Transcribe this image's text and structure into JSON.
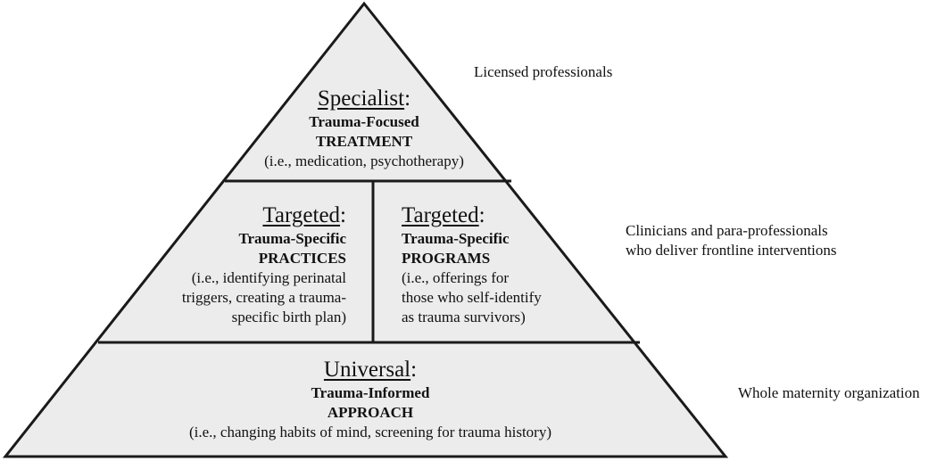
{
  "tiers": {
    "specialist": {
      "heading": "Specialist",
      "line1": "Trauma-Focused",
      "line2": "TREATMENT",
      "desc": "(i.e., medication, psychotherapy)"
    },
    "targeted_practices": {
      "heading": "Targeted",
      "line1": "Trauma-Specific",
      "line2": "PRACTICES",
      "desc1": "(i.e., identifying perinatal",
      "desc2": "triggers, creating a trauma-",
      "desc3": "specific birth plan)"
    },
    "targeted_programs": {
      "heading": "Targeted",
      "line1": "Trauma-Specific",
      "line2": "PROGRAMS",
      "desc1": "(i.e., offerings for",
      "desc2": "those who self-identify",
      "desc3": "as trauma survivors)"
    },
    "universal": {
      "heading": "Universal",
      "line1": "Trauma-Informed",
      "line2": "APPROACH",
      "desc": "(i.e., changing habits of mind, screening for trauma history)"
    }
  },
  "side_labels": {
    "top": "Licensed professionals",
    "middle1": "Clinicians and para-professionals",
    "middle2": "who deliver frontline interventions",
    "bottom": "Whole maternity organization"
  },
  "colors": {
    "fill": "#ececec",
    "stroke": "#1a1a1a"
  }
}
